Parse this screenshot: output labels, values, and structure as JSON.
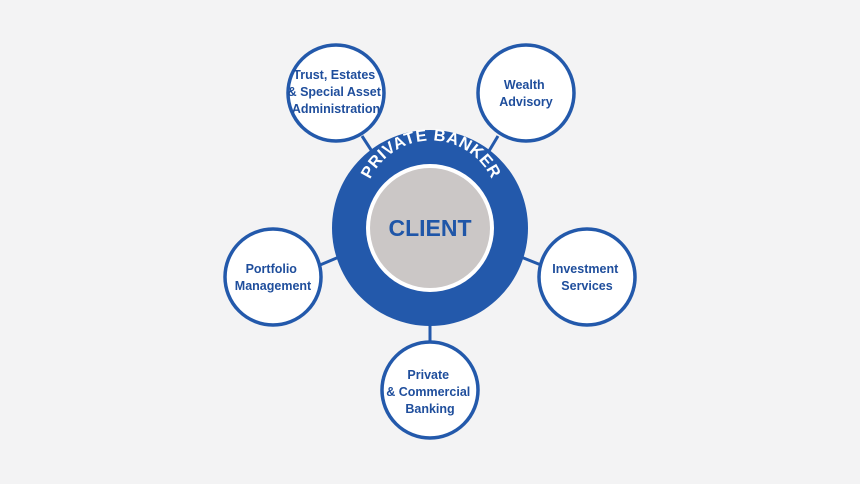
{
  "diagram": {
    "ring_label": "PRIVATE BANKER",
    "center_label": "CLIENT",
    "services": [
      {
        "id": "trust",
        "lines": [
          "Trust, Estates",
          "& Special Asset",
          "Administration"
        ]
      },
      {
        "id": "wealth",
        "lines": [
          "Wealth",
          "Advisory"
        ]
      },
      {
        "id": "investment",
        "lines": [
          "Investment",
          "Services"
        ]
      },
      {
        "id": "banking",
        "lines": [
          "Private",
          "& Commercial",
          "Banking"
        ]
      },
      {
        "id": "portfolio",
        "lines": [
          "Portfolio",
          "Management"
        ]
      }
    ]
  },
  "colors": {
    "ring": "#2359ab",
    "connector": "#2359ab",
    "satellite_border": "#2359ab",
    "satellite_fill": "#ffffff",
    "center_fill": "#cbc7c6",
    "text": "#1f4e9c",
    "background": "#f3f3f4"
  }
}
